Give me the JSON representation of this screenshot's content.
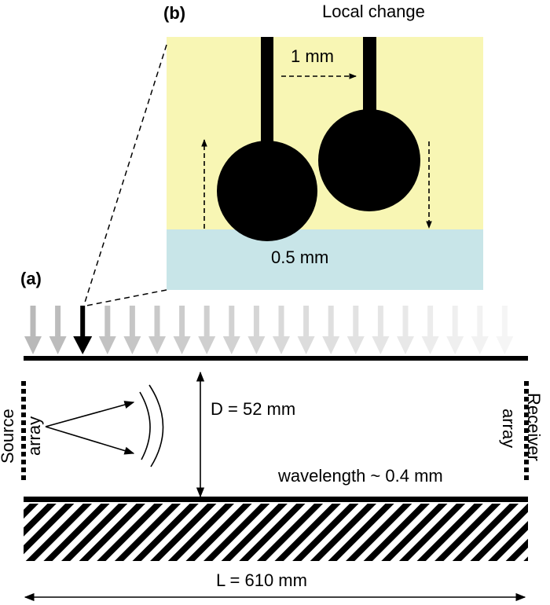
{
  "panel_b": {
    "tag": "(b)",
    "title": "Local change",
    "shift_label": "1 mm",
    "layer_label": "0.5 mm",
    "colors": {
      "upper": "#f8f6b4",
      "lower": "#c8e5e8",
      "object": "#000000"
    }
  },
  "panel_a": {
    "tag": "(a)",
    "source_label_line1": "Source",
    "source_label_line2": "array",
    "receiver_label_line1": "Receiver",
    "receiver_label_line2": "array",
    "depth_label": "D = 52 mm",
    "wavelength_label": "wavelength ~ 0.4 mm",
    "length_label": "L = 610 mm"
  }
}
